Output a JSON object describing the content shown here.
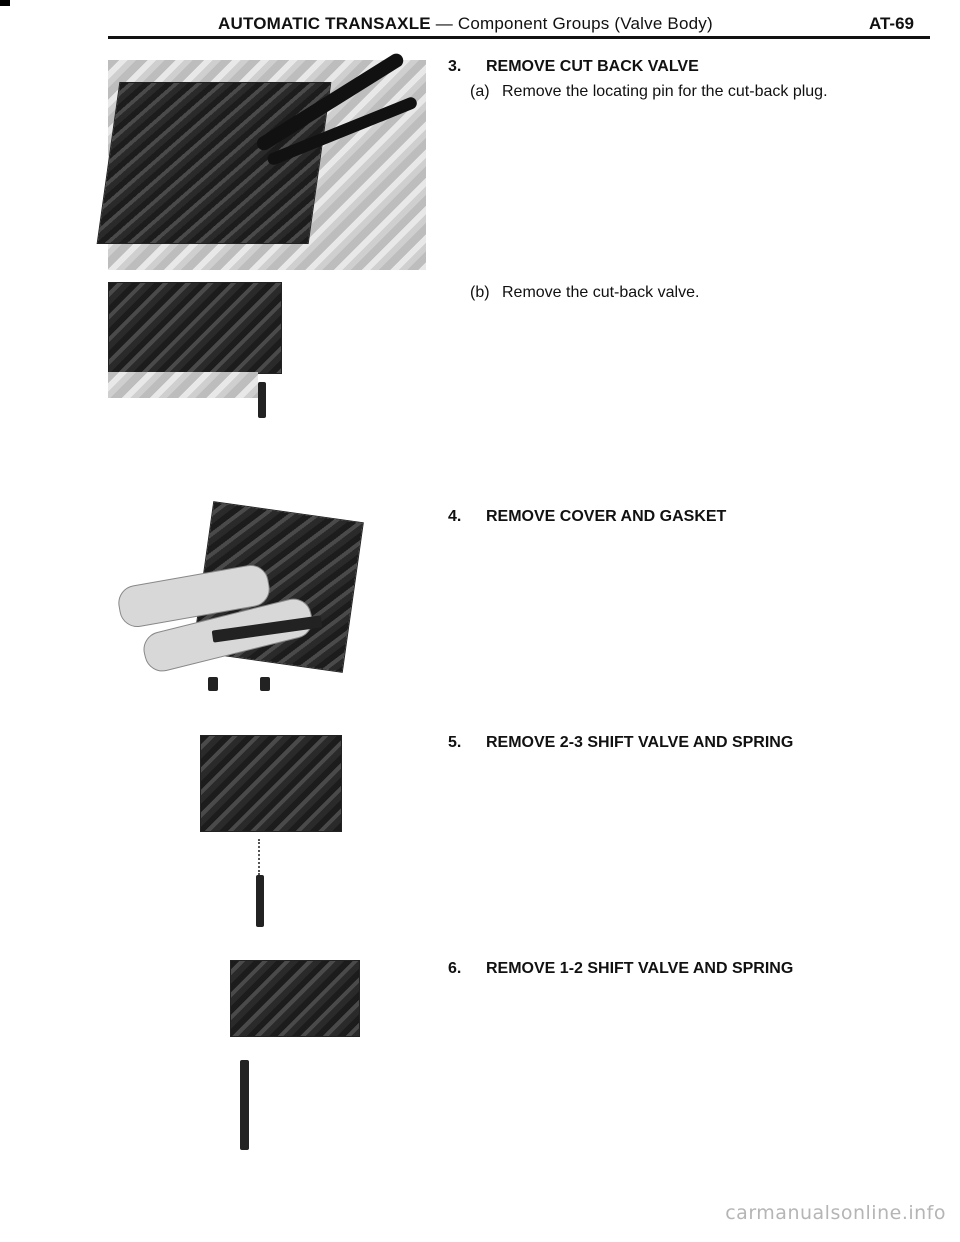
{
  "header": {
    "title_bold": "AUTOMATIC TRANSAXLE",
    "title_rest": " — Component Groups (Valve Body)",
    "page": "AT-69"
  },
  "steps": [
    {
      "num": "3.",
      "title": "REMOVE CUT BACK VALVE",
      "substeps": [
        {
          "label": "(a)",
          "text": "Remove the locating pin for the cut-back plug."
        },
        {
          "label": "(b)",
          "text": "Remove the cut-back valve."
        }
      ]
    },
    {
      "num": "4.",
      "title": "REMOVE COVER AND GASKET"
    },
    {
      "num": "5.",
      "title": "REMOVE 2-3 SHIFT VALVE AND SPRING"
    },
    {
      "num": "6.",
      "title": "REMOVE 1-2 SHIFT VALVE AND SPRING"
    }
  ],
  "watermark": "carmanualsonline.info"
}
